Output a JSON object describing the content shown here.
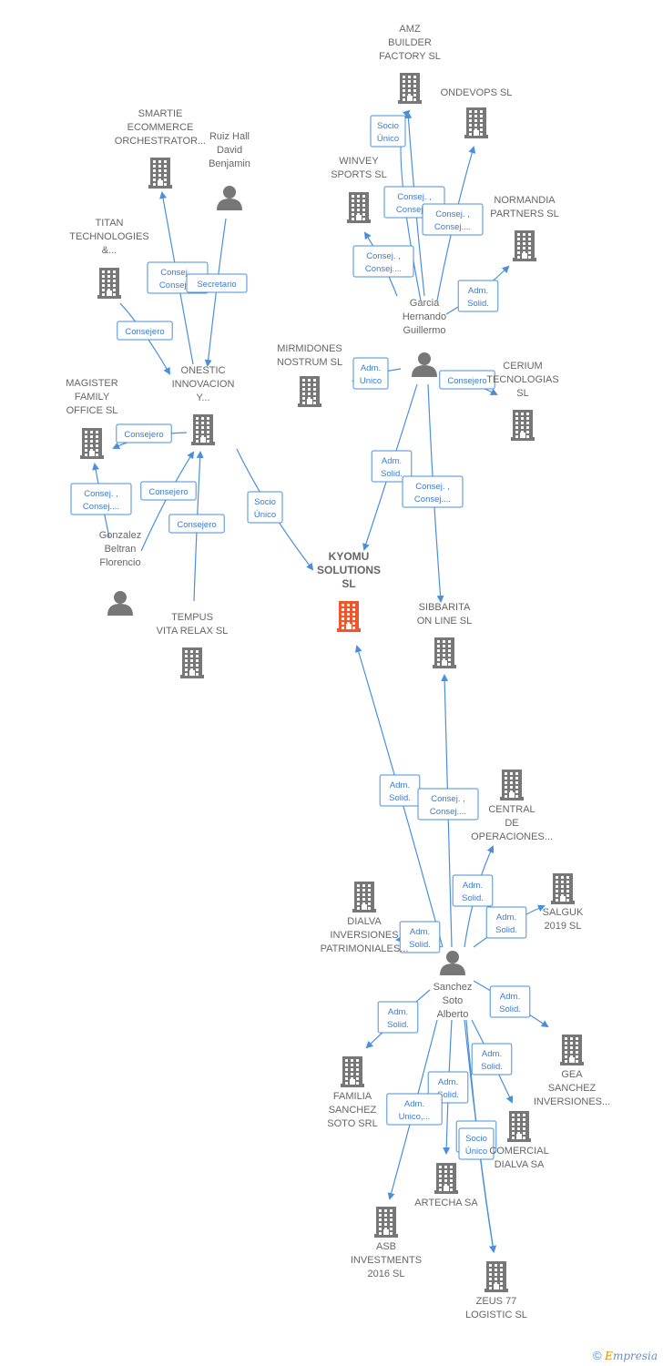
{
  "colors": {
    "company": "#777777",
    "focus": "#f0562d",
    "person": "#777777",
    "edge": "#4a8fdb"
  },
  "footer": {
    "copyright_symbol": "©",
    "brand_first": "E",
    "brand_rest": "mpresia"
  },
  "nodes": [
    {
      "id": "amz",
      "type": "company",
      "lines": [
        "AMZ",
        "BUILDER",
        "FACTORY  SL"
      ]
    },
    {
      "id": "ondevops",
      "type": "company",
      "lines": [
        "ONDEVOPS  SL"
      ]
    },
    {
      "id": "winvey",
      "type": "company",
      "lines": [
        "WINVEY",
        "SPORTS  SL"
      ]
    },
    {
      "id": "normandia",
      "type": "company",
      "lines": [
        "NORMANDIA",
        "PARTNERS  SL"
      ]
    },
    {
      "id": "smartie",
      "type": "company",
      "lines": [
        "SMARTIE",
        "ECOMMERCE",
        "ORCHESTRATOR..."
      ]
    },
    {
      "id": "ruiz",
      "type": "person",
      "lines": [
        "Ruiz Hall",
        "David",
        "Benjamin"
      ]
    },
    {
      "id": "titan",
      "type": "company",
      "lines": [
        "TITAN",
        "TECHNOLOGIES",
        "&..."
      ]
    },
    {
      "id": "garcia",
      "type": "person",
      "lines": [
        "Garcia",
        "Hernando",
        "Guillermo"
      ]
    },
    {
      "id": "mirmidones",
      "type": "company",
      "lines": [
        "MIRMIDONES",
        "NOSTRUM  SL"
      ]
    },
    {
      "id": "cerium",
      "type": "company",
      "lines": [
        "CERIUM",
        "TECNOLOGIAS",
        "SL"
      ]
    },
    {
      "id": "onestic",
      "type": "company",
      "lines": [
        "ONESTIC",
        "INNOVACION",
        "Y..."
      ]
    },
    {
      "id": "magister",
      "type": "company",
      "lines": [
        "MAGISTER",
        "FAMILY",
        "OFFICE SL"
      ]
    },
    {
      "id": "gonzalez",
      "type": "person",
      "lines": [
        "Gonzalez",
        "Beltran",
        "Florencio"
      ]
    },
    {
      "id": "kyomu",
      "type": "focus",
      "lines": [
        "KYOMU",
        "SOLUTIONS",
        "SL"
      ]
    },
    {
      "id": "sibbarita",
      "type": "company",
      "lines": [
        "SIBBARITA",
        "ON LINE  SL"
      ]
    },
    {
      "id": "tempus",
      "type": "company",
      "lines": [
        "TEMPUS",
        "VITA RELAX  SL"
      ]
    },
    {
      "id": "central",
      "type": "company",
      "lines": [
        "CENTRAL",
        "DE",
        "OPERACIONES..."
      ]
    },
    {
      "id": "salguk",
      "type": "company",
      "lines": [
        "SALGUK",
        "2019  SL"
      ]
    },
    {
      "id": "dialva",
      "type": "company",
      "lines": [
        "DIALVA",
        "INVERSIONES",
        "PATRIMONIALES..."
      ]
    },
    {
      "id": "sanchez",
      "type": "person",
      "lines": [
        "Sanchez",
        "Soto",
        "Alberto"
      ]
    },
    {
      "id": "gea",
      "type": "company",
      "lines": [
        "GEA",
        "SANCHEZ",
        "INVERSIONES..."
      ]
    },
    {
      "id": "familia",
      "type": "company",
      "lines": [
        "FAMILIA",
        "SANCHEZ",
        "SOTO SRL"
      ]
    },
    {
      "id": "comercial",
      "type": "company",
      "lines": [
        "COMERCIAL",
        "DIALVA SA"
      ]
    },
    {
      "id": "artecha",
      "type": "company",
      "lines": [
        "ARTECHA SA"
      ]
    },
    {
      "id": "asb",
      "type": "company",
      "lines": [
        "ASB",
        "INVESTMENTS",
        "2016  SL"
      ]
    },
    {
      "id": "zeus",
      "type": "company",
      "lines": [
        "ZEUS 77",
        "LOGISTIC  SL"
      ]
    }
  ],
  "edges": [
    {
      "from": "garcia",
      "to": "amz",
      "badge": [
        "Socio",
        "Único"
      ]
    },
    {
      "from": "garcia",
      "to": "winvey",
      "badge": [
        "Consej. ,",
        "Consej...."
      ]
    },
    {
      "from": "garcia",
      "to": "amz",
      "badge": [
        "Consej. ,",
        "Consej...."
      ]
    },
    {
      "from": "garcia",
      "to": "ondevops",
      "badge": [
        "Consej. ,",
        "Consej...."
      ]
    },
    {
      "from": "garcia",
      "to": "normandia",
      "badge": [
        "Adm.",
        "Solid."
      ]
    },
    {
      "from": "garcia",
      "to": "mirmidones",
      "badge": [
        "Adm.",
        "Unico"
      ]
    },
    {
      "from": "garcia",
      "to": "cerium",
      "badge": [
        "Consejero"
      ]
    },
    {
      "from": "garcia",
      "to": "kyomu",
      "badge": [
        "Adm.",
        "Solid."
      ]
    },
    {
      "from": "garcia",
      "to": "sibbarita",
      "badge": [
        "Consej. ,",
        "Consej...."
      ]
    },
    {
      "from": "onestic",
      "to": "smartie",
      "badge": [
        "Consej. ,",
        "Consej...."
      ]
    },
    {
      "from": "ruiz",
      "to": "onestic",
      "badge": [
        "Secretario"
      ]
    },
    {
      "from": "titan",
      "to": "onestic",
      "badge": [
        "Consejero"
      ]
    },
    {
      "from": "onestic",
      "to": "magister",
      "badge": [
        "Consejero"
      ]
    },
    {
      "from": "onestic",
      "to": "kyomu",
      "badge": [
        "Socio",
        "Único"
      ]
    },
    {
      "from": "gonzalez",
      "to": "magister",
      "badge": [
        "Consej. ,",
        "Consej...."
      ]
    },
    {
      "from": "gonzalez",
      "to": "onestic",
      "badge": [
        "Consejero"
      ]
    },
    {
      "from": "tempus",
      "to": "onestic",
      "badge": [
        "Consejero"
      ]
    },
    {
      "from": "sanchez",
      "to": "kyomu",
      "badge": [
        "Adm.",
        "Solid."
      ]
    },
    {
      "from": "sanchez",
      "to": "sibbarita",
      "badge": [
        "Consej. ,",
        "Consej...."
      ]
    },
    {
      "from": "sanchez",
      "to": "central",
      "badge": [
        "Adm.",
        "Solid."
      ]
    },
    {
      "from": "sanchez",
      "to": "salguk",
      "badge": [
        "Adm.",
        "Solid."
      ]
    },
    {
      "from": "sanchez",
      "to": "dialva",
      "badge": [
        "Adm.",
        "Solid."
      ]
    },
    {
      "from": "sanchez",
      "to": "gea",
      "badge": [
        "Adm.",
        "Solid."
      ]
    },
    {
      "from": "sanchez",
      "to": "familia",
      "badge": [
        "Adm.",
        "Solid."
      ]
    },
    {
      "from": "sanchez",
      "to": "comercial",
      "badge": [
        "Adm.",
        "Solid."
      ]
    },
    {
      "from": "sanchez",
      "to": "artecha",
      "badge": [
        "Adm.",
        "Solid."
      ]
    },
    {
      "from": "sanchez",
      "to": "asb",
      "badge": [
        "Adm.",
        "Unico,..."
      ]
    },
    {
      "from": "sanchez",
      "to": "zeus",
      "badge": [
        "Adm.",
        "Solid."
      ]
    },
    {
      "from": "sanchez",
      "to": "zeus",
      "badge": [
        "Socio",
        "Único"
      ]
    }
  ]
}
